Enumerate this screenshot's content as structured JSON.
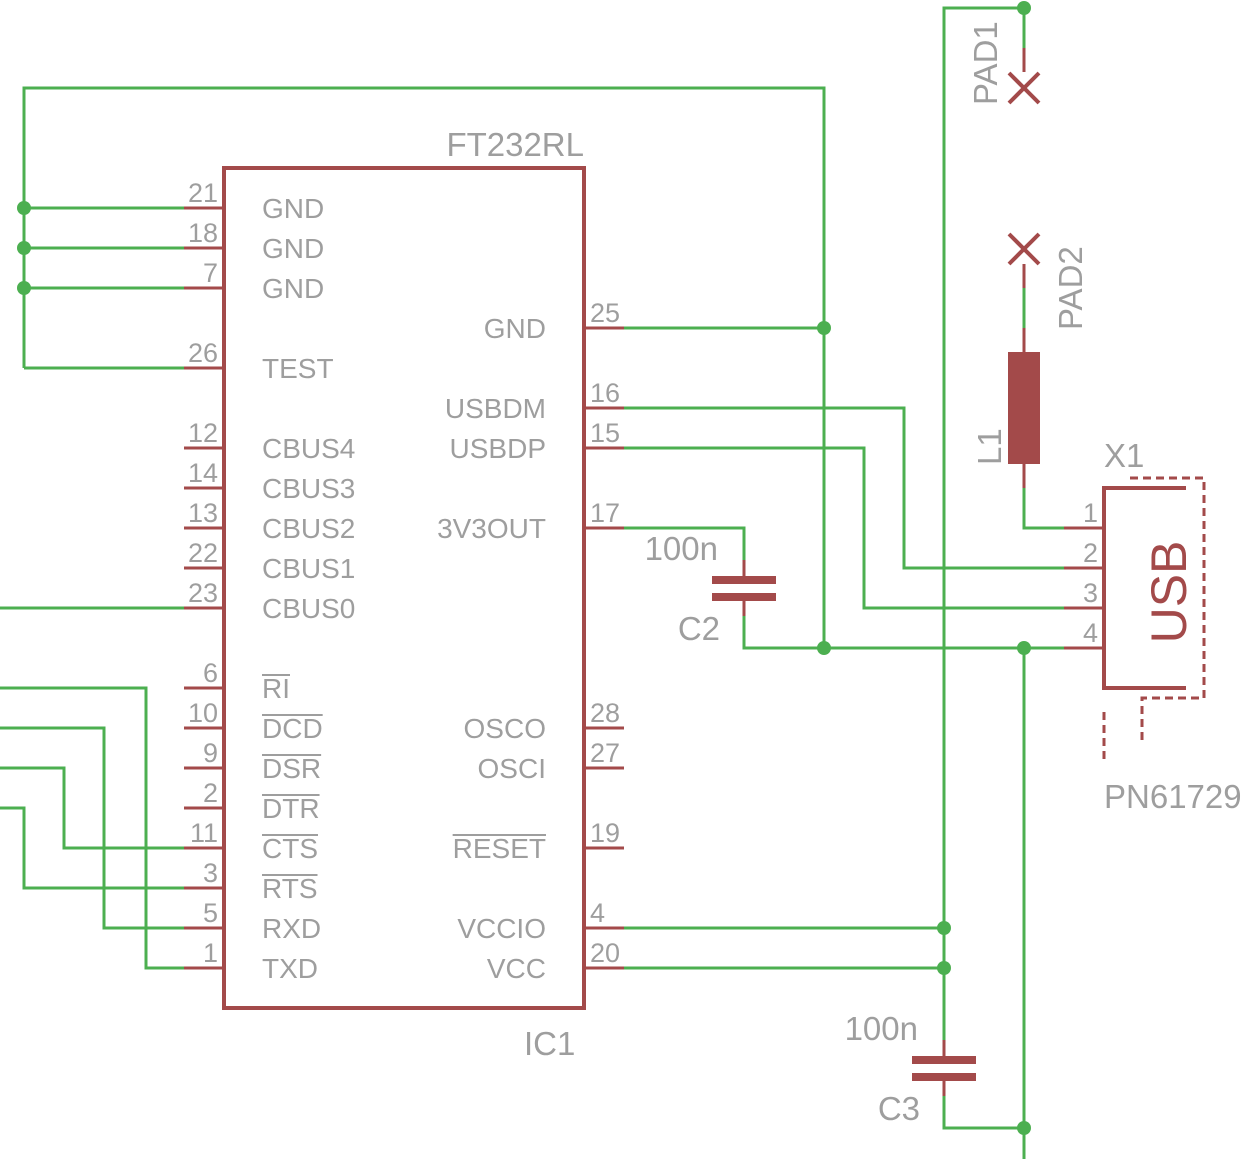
{
  "ic": {
    "name": "FT232RL",
    "ref": "IC1",
    "left_pins": [
      {
        "num": "21",
        "name": "GND",
        "overbar": false
      },
      {
        "num": "18",
        "name": "GND",
        "overbar": false
      },
      {
        "num": "7",
        "name": "GND",
        "overbar": false
      },
      {
        "num": "26",
        "name": "TEST",
        "overbar": false
      },
      {
        "num": "12",
        "name": "CBUS4",
        "overbar": false
      },
      {
        "num": "14",
        "name": "CBUS3",
        "overbar": false
      },
      {
        "num": "13",
        "name": "CBUS2",
        "overbar": false
      },
      {
        "num": "22",
        "name": "CBUS1",
        "overbar": false
      },
      {
        "num": "23",
        "name": "CBUS0",
        "overbar": false
      },
      {
        "num": "6",
        "name": "RI",
        "overbar": true
      },
      {
        "num": "10",
        "name": "DCD",
        "overbar": true
      },
      {
        "num": "9",
        "name": "DSR",
        "overbar": true
      },
      {
        "num": "2",
        "name": "DTR",
        "overbar": true
      },
      {
        "num": "11",
        "name": "CTS",
        "overbar": true
      },
      {
        "num": "3",
        "name": "RTS",
        "overbar": true
      },
      {
        "num": "5",
        "name": "RXD",
        "overbar": false
      },
      {
        "num": "1",
        "name": "TXD",
        "overbar": false
      }
    ],
    "right_pins": [
      {
        "num": "25",
        "name": "GND",
        "overbar": false
      },
      {
        "num": "16",
        "name": "USBDM",
        "overbar": false
      },
      {
        "num": "15",
        "name": "USBDP",
        "overbar": false
      },
      {
        "num": "17",
        "name": "3V3OUT",
        "overbar": false
      },
      {
        "num": "28",
        "name": "OSCO",
        "overbar": false
      },
      {
        "num": "27",
        "name": "OSCI",
        "overbar": false
      },
      {
        "num": "19",
        "name": "RESET",
        "overbar": true
      },
      {
        "num": "4",
        "name": "VCCIO",
        "overbar": false
      },
      {
        "num": "20",
        "name": "VCC",
        "overbar": false
      }
    ]
  },
  "c2": {
    "ref": "C2",
    "value": "100n"
  },
  "c3": {
    "ref": "C3",
    "value": "100n"
  },
  "l1": {
    "ref": "L1"
  },
  "pad1": {
    "ref": "PAD1"
  },
  "pad2": {
    "ref": "PAD2"
  },
  "x1": {
    "ref": "X1",
    "label": "USB",
    "part_number": "PN61729",
    "pins": [
      "1",
      "2",
      "3",
      "4"
    ]
  },
  "colors": {
    "wire": "#4caf50",
    "component": "#a34a4a",
    "text": "#9e9e9e"
  }
}
